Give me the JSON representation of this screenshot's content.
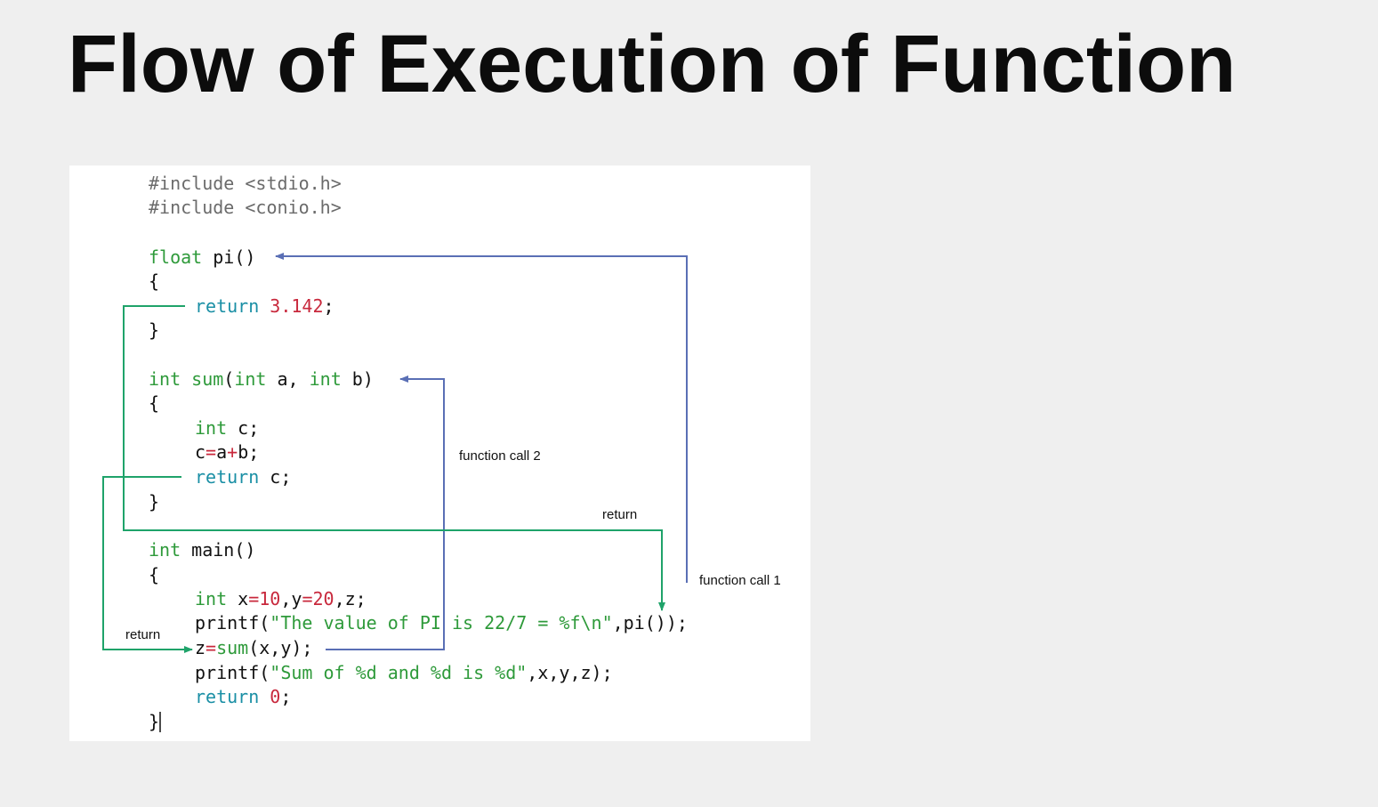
{
  "slide": {
    "title": "Flow of Execution of Function"
  },
  "code": {
    "lines": [
      [
        {
          "t": "#include <stdio.h>",
          "c": "pp"
        }
      ],
      [
        {
          "t": "#include <conio.h>",
          "c": "pp"
        }
      ],
      [
        {
          "t": "float",
          "c": "kw"
        },
        {
          "t": " pi()",
          "c": ""
        }
      ],
      [
        {
          "t": "{",
          "c": ""
        }
      ],
      [
        {
          "t": "return",
          "c": "ret"
        },
        {
          "t": " ",
          "c": ""
        },
        {
          "t": "3.142",
          "c": "num"
        },
        {
          "t": ";",
          "c": ""
        }
      ],
      [
        {
          "t": "}",
          "c": ""
        }
      ],
      [
        {
          "t": "int",
          "c": "kw"
        },
        {
          "t": " ",
          "c": ""
        },
        {
          "t": "sum",
          "c": "fn"
        },
        {
          "t": "(",
          "c": ""
        },
        {
          "t": "int",
          "c": "kw"
        },
        {
          "t": " a, ",
          "c": ""
        },
        {
          "t": "int",
          "c": "kw"
        },
        {
          "t": " b)",
          "c": ""
        }
      ],
      [
        {
          "t": "{",
          "c": ""
        }
      ],
      [
        {
          "t": "int",
          "c": "kw"
        },
        {
          "t": " c;",
          "c": ""
        }
      ],
      [
        {
          "t": "c",
          "c": ""
        },
        {
          "t": "=",
          "c": "op"
        },
        {
          "t": "a",
          "c": ""
        },
        {
          "t": "+",
          "c": "op"
        },
        {
          "t": "b;",
          "c": ""
        }
      ],
      [
        {
          "t": "return",
          "c": "ret"
        },
        {
          "t": " c;",
          "c": ""
        }
      ],
      [
        {
          "t": "}",
          "c": ""
        }
      ],
      [
        {
          "t": "int",
          "c": "kw"
        },
        {
          "t": " main()",
          "c": ""
        }
      ],
      [
        {
          "t": "{",
          "c": ""
        }
      ],
      [
        {
          "t": "int",
          "c": "kw"
        },
        {
          "t": " x",
          "c": ""
        },
        {
          "t": "=",
          "c": "op"
        },
        {
          "t": "10",
          "c": "num"
        },
        {
          "t": ",y",
          "c": ""
        },
        {
          "t": "=",
          "c": "op"
        },
        {
          "t": "20",
          "c": "num"
        },
        {
          "t": ",z;",
          "c": ""
        }
      ],
      [
        {
          "t": "printf(",
          "c": ""
        },
        {
          "t": "\"The value of PI is 22/7 = %f\\n\"",
          "c": "str"
        },
        {
          "t": ",pi());",
          "c": ""
        }
      ],
      [
        {
          "t": "z",
          "c": ""
        },
        {
          "t": "=",
          "c": "op"
        },
        {
          "t": "sum",
          "c": "fn"
        },
        {
          "t": "(x,y);",
          "c": ""
        }
      ],
      [
        {
          "t": "printf(",
          "c": ""
        },
        {
          "t": "\"Sum of %d and %d is %d\"",
          "c": "str"
        },
        {
          "t": ",x,y,z);",
          "c": ""
        }
      ],
      [
        {
          "t": "return",
          "c": "ret"
        },
        {
          "t": " ",
          "c": ""
        },
        {
          "t": "0",
          "c": "num"
        },
        {
          "t": ";",
          "c": ""
        }
      ],
      [
        {
          "t": "}",
          "c": ""
        }
      ]
    ]
  },
  "annotations": {
    "function_call_1": "function call 1",
    "function_call_2": "function call 2",
    "return_pi": "return",
    "return_sum": "return"
  },
  "colors": {
    "call_arrow": "#5a6fb5",
    "return_arrow": "#1fa36a",
    "background": "#efefef",
    "panel": "#ffffff"
  }
}
